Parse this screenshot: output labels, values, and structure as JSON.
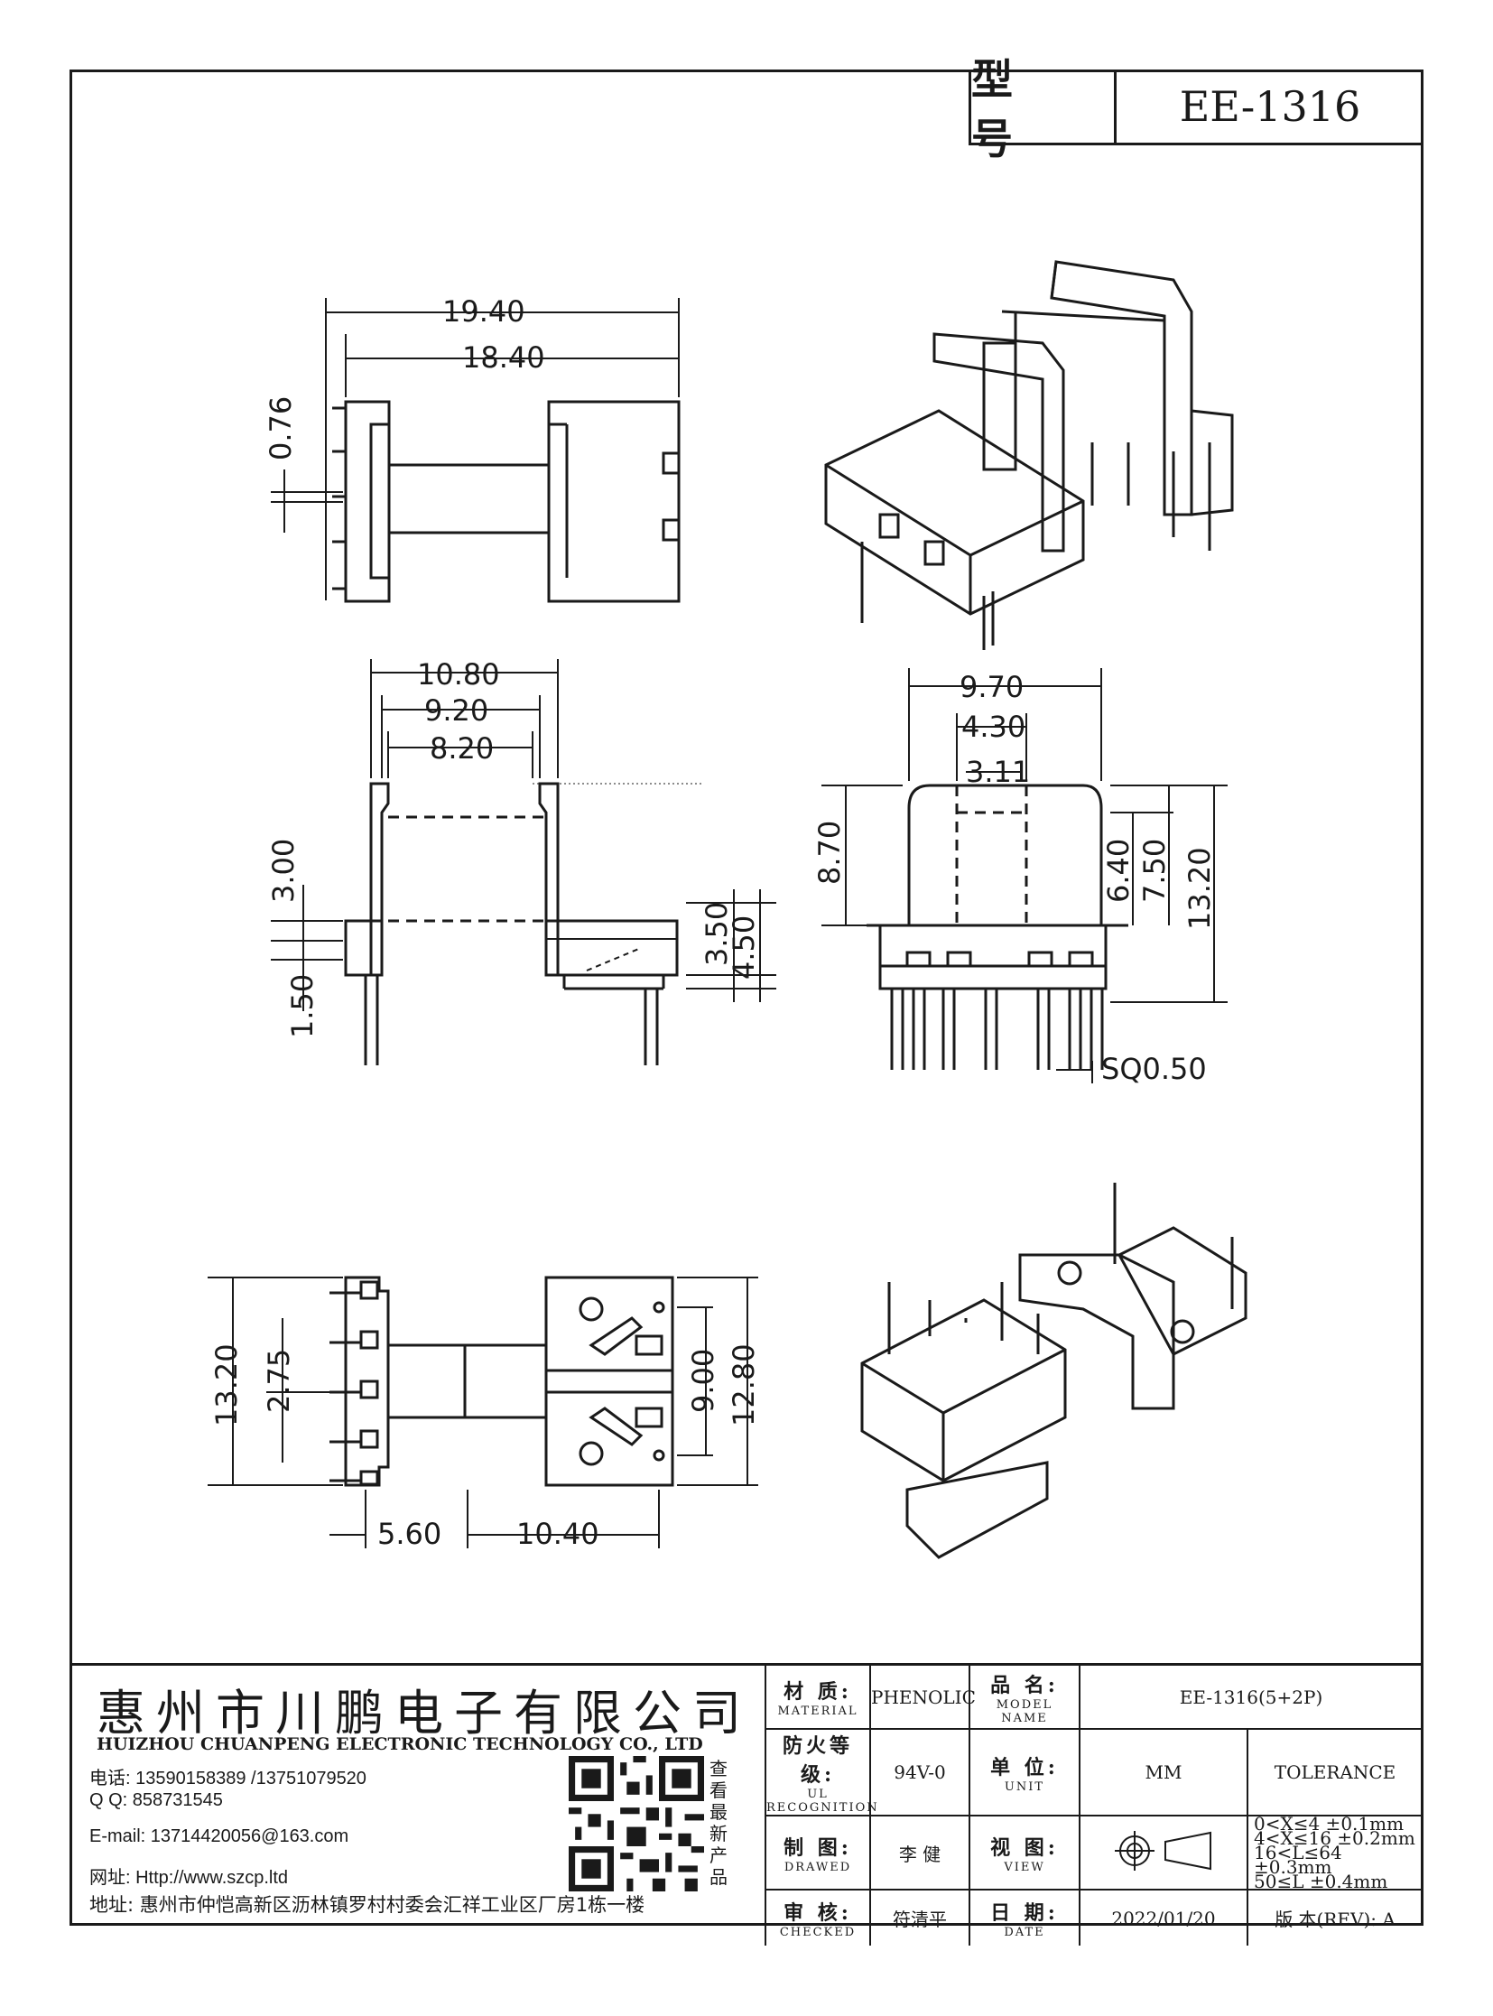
{
  "header": {
    "label": "型 号",
    "model": "EE-1316"
  },
  "dimensions": {
    "d1": "19.40",
    "d2": "18.40",
    "d3": "0.76",
    "d4": "10.80",
    "d5": "9.20",
    "d6": "8.20",
    "d7": "3.00",
    "d8": "1.50",
    "d9": "3.50",
    "d10": "4.50",
    "d11": "9.70",
    "d12": "4.30",
    "d13": "3.11",
    "d14": "8.70",
    "d15": "6.40",
    "d16": "7.50",
    "d17": "13.20",
    "d18": "SQ0.50",
    "d19": "13.20",
    "d20": "2.75",
    "d21": "9.00",
    "d22": "12.80",
    "d23": "5.60",
    "d24": "10.40"
  },
  "company": {
    "cn_name": "惠州市川鹏电子有限公司",
    "en_name": "HUIZHOU CHUANPENG ELECTRONIC TECHNOLOGY CO., LTD",
    "phone": "电话: 13590158389 /13751079520",
    "qq": "Q Q:  858731545",
    "email": "E-mail: 13714420056@163.com",
    "web": "网址: Http://www.szcp.ltd",
    "qr_caption": "查看最新产品",
    "address": "地址: 惠州市仲恺高新区沥林镇罗村村委会汇祥工业区厂房1栋一楼"
  },
  "title_block": {
    "material_cn": "材 质:",
    "material_en": "MATERIAL",
    "material": "PHENOLIC",
    "model_cn": "品 名:",
    "model_en": "MODEL NAME",
    "model_name": "EE-1316(5+2P)",
    "ul_cn": "防火等级:",
    "ul_en": "UL RECOGNITION",
    "ul": "94V-0",
    "unit_cn": "单 位:",
    "unit_en": "UNIT",
    "unit": "MM",
    "tolerance": "TOLERANCE",
    "drawn_cn": "制 图:",
    "drawn_en": "DRAWED",
    "drawn": "李 健",
    "view_cn": "视 图:",
    "view_en": "VIEW",
    "tol_lines": [
      "0<X≤4    ±0.1mm",
      "4<X≤16   ±0.2mm",
      "16<L≤64  ±0.3mm",
      "50≤L     ±0.4mm"
    ],
    "checked_cn": "审 核:",
    "checked_en": "CHECKED",
    "checked": "符清平",
    "date_cn": "日 期:",
    "date_en": "DATE",
    "date": "2022/01/20",
    "rev": "版 本(REV): A"
  }
}
